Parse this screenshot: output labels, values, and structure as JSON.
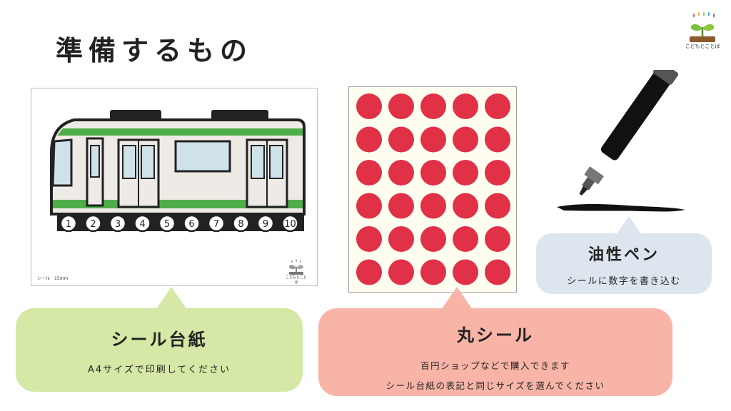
{
  "title": "準備するもの",
  "logo": {
    "text": "こどもとことば"
  },
  "colors": {
    "green_bubble": "#d6e8a6",
    "red_bubble": "#f7b4a7",
    "blue_bubble": "#dde6ee",
    "sticker_red": "#e03146",
    "train_green": "#4fae4a"
  },
  "train_sheet": {
    "numbers": [
      "1",
      "2",
      "3",
      "4",
      "5",
      "6",
      "7",
      "8",
      "9",
      "10"
    ],
    "caption": "シール　15mm",
    "logo_text": "こどもとことば"
  },
  "stickers": {
    "rows": 6,
    "cols": 5
  },
  "items": [
    {
      "title": "シール台紙",
      "lines": [
        "A4サイズで印刷してください"
      ]
    },
    {
      "title": "丸シール",
      "lines": [
        "百円ショップなどで購入できます",
        "シール台紙の表記と同じサイズを選んでください"
      ]
    },
    {
      "title": "油性ペン",
      "lines": [
        "シールに数字を書き込む"
      ]
    }
  ]
}
